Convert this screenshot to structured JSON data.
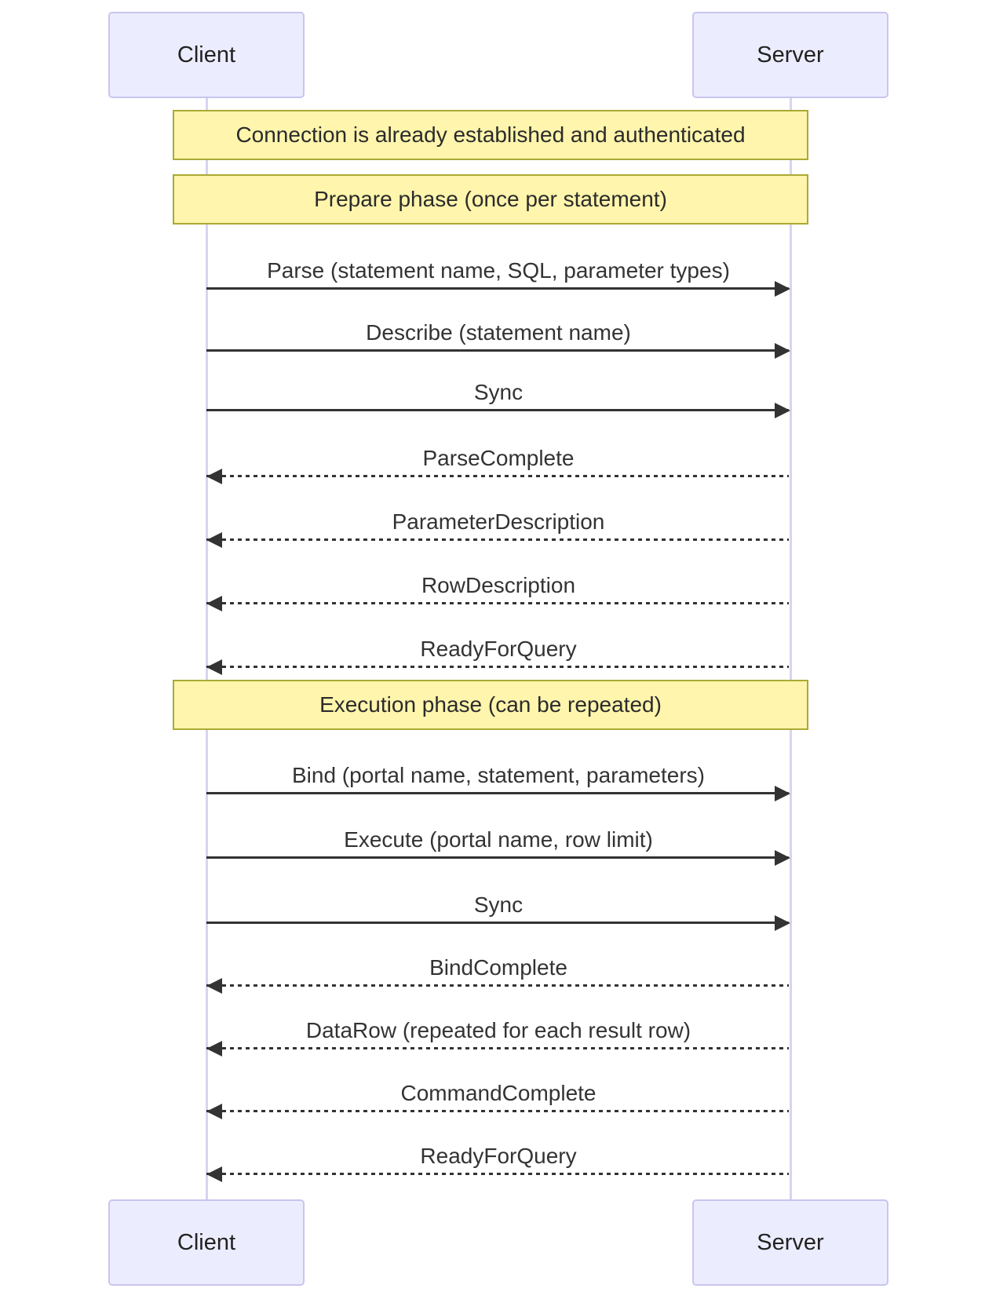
{
  "colors": {
    "actor_fill": "#ECECFF",
    "actor_border": "#C9C5EF",
    "note_fill": "#FFF5AD",
    "note_border": "#AAAA33",
    "lifeline": "#D8D4F0",
    "arrow": "#333333",
    "text": "#333333"
  },
  "diagram": {
    "type": "sequence",
    "actors": {
      "client": {
        "label": "Client"
      },
      "server": {
        "label": "Server"
      }
    },
    "notes": [
      {
        "text": "Connection is already established and authenticated"
      },
      {
        "text": "Prepare phase (once per statement)"
      },
      {
        "text": "Execution phase (can be repeated)"
      }
    ],
    "messages": [
      {
        "label": "Parse (statement name, SQL, parameter types)",
        "from": "Client",
        "to": "Server",
        "line": "solid"
      },
      {
        "label": "Describe (statement name)",
        "from": "Client",
        "to": "Server",
        "line": "solid"
      },
      {
        "label": "Sync",
        "from": "Client",
        "to": "Server",
        "line": "solid"
      },
      {
        "label": "ParseComplete",
        "from": "Server",
        "to": "Client",
        "line": "dashed"
      },
      {
        "label": "ParameterDescription",
        "from": "Server",
        "to": "Client",
        "line": "dashed"
      },
      {
        "label": "RowDescription",
        "from": "Server",
        "to": "Client",
        "line": "dashed"
      },
      {
        "label": "ReadyForQuery",
        "from": "Server",
        "to": "Client",
        "line": "dashed"
      },
      {
        "label": "Bind (portal name, statement, parameters)",
        "from": "Client",
        "to": "Server",
        "line": "solid"
      },
      {
        "label": "Execute (portal name, row limit)",
        "from": "Client",
        "to": "Server",
        "line": "solid"
      },
      {
        "label": "Sync",
        "from": "Client",
        "to": "Server",
        "line": "solid"
      },
      {
        "label": "BindComplete",
        "from": "Server",
        "to": "Client",
        "line": "dashed"
      },
      {
        "label": "DataRow (repeated for each result row)",
        "from": "Server",
        "to": "Client",
        "line": "dashed"
      },
      {
        "label": "CommandComplete",
        "from": "Server",
        "to": "Client",
        "line": "dashed"
      },
      {
        "label": "ReadyForQuery",
        "from": "Server",
        "to": "Client",
        "line": "dashed"
      }
    ]
  }
}
